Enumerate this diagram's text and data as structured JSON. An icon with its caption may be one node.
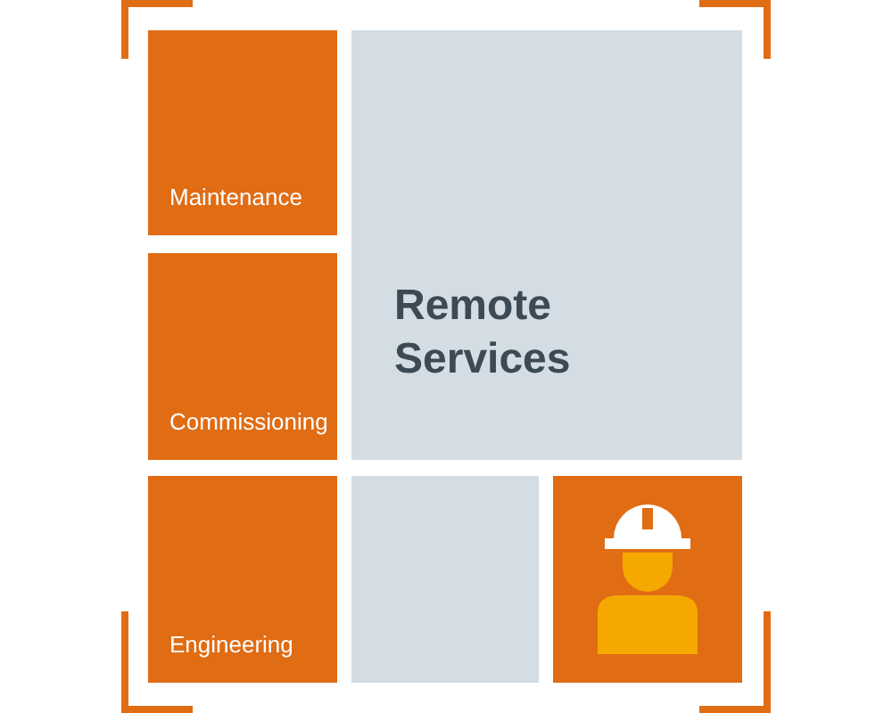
{
  "diagram": {
    "nodes": [
      {
        "text": [
          "Maintenance"
        ]
      },
      {
        "text": [
          "Remote Services"
        ]
      },
      {
        "text": [
          "Commissioning"
        ]
      },
      {
        "text": [
          "Engineering"
        ]
      },
      {
        "text": [],
        "shape": "box"
      },
      {
        "text": [],
        "shape": "box"
      }
    ]
  }
}
